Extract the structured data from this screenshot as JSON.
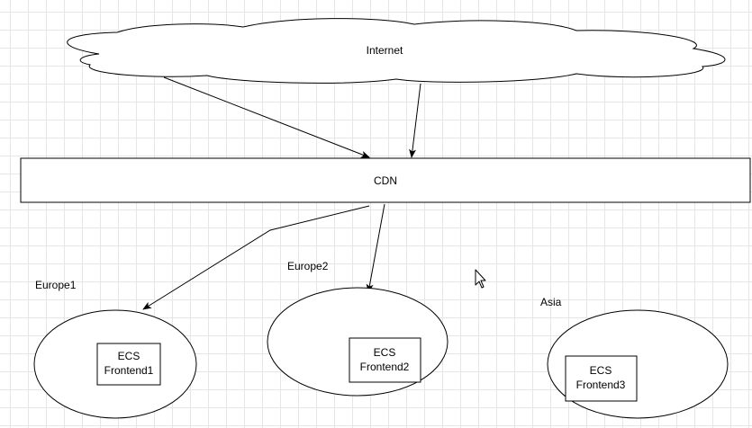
{
  "nodes": {
    "internet": {
      "label": "Internet"
    },
    "cdn": {
      "label": "CDN"
    },
    "region_europe1": {
      "label": "Europe1"
    },
    "region_europe2": {
      "label": "Europe2"
    },
    "region_asia": {
      "label": "Asia"
    },
    "frontend1": {
      "line1": "ECS",
      "line2": "Frontend1"
    },
    "frontend2": {
      "line1": "ECS",
      "line2": "Frontend2"
    },
    "frontend3": {
      "line1": "ECS",
      "line2": "Frontend3"
    }
  },
  "edges": [
    {
      "from": "internet",
      "to": "cdn"
    },
    {
      "from": "internet",
      "to": "cdn"
    },
    {
      "from": "cdn",
      "to": "frontend1"
    },
    {
      "from": "cdn",
      "to": "frontend2"
    }
  ],
  "colors": {
    "stroke": "#000000",
    "fill": "#ffffff",
    "grid": "#e6e6e6"
  },
  "cursor_icon": "mouse-pointer-icon"
}
